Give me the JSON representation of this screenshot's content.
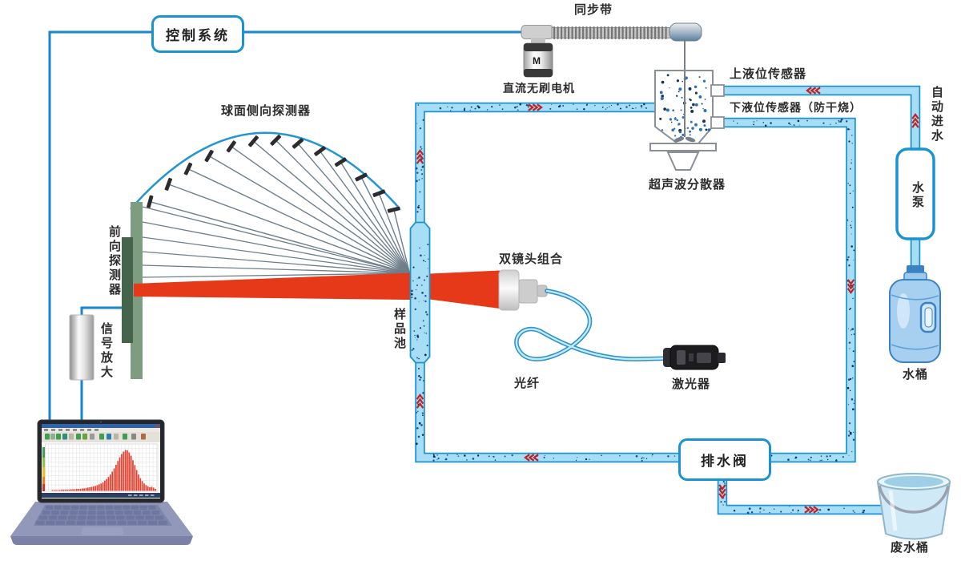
{
  "labels": {
    "control_system": "控制系统",
    "sync_belt": "同步带",
    "dc_motor": "直流无刷电机",
    "motor_mark": "M",
    "upper_level_sensor": "上液位传感器",
    "lower_level_sensor": "下液位传感器（防干烧）",
    "ultrasonic_disperser": "超声波分散器",
    "auto_water_inlet": "自动进水",
    "water_pump": "水泵",
    "water_bucket": "水桶",
    "spherical_side_detector": "球面侧向探测器",
    "forward_detector": "前向探测器",
    "signal_amplifier": "信号放大",
    "sample_cell": "样品池",
    "dual_lens": "双镜头组合",
    "optical_fiber": "光纤",
    "laser": "激光器",
    "drain_valve": "排水阀",
    "waste_bucket": "废水桶"
  },
  "colors": {
    "pipe_fill": "#a8def5",
    "pipe_border": "#1b93cf",
    "wire_blue": "#1b85cc",
    "laser_red": "#e6391a",
    "arrow_red": "#c32222",
    "speckle": "#1c4e8f",
    "speckle_dark": "#0e2a52",
    "arc_blue": "#2196d3",
    "ray_gray": "#6e7f8a",
    "detector_light": "#7e9c80",
    "detector_dark": "#44654c",
    "bar_red": "#e8402e",
    "laptop_body": "#9298ba"
  },
  "side_detector": {
    "count": 13
  },
  "forward_detector_rays": {
    "count": 7
  },
  "laptop_chart": {
    "type": "bar",
    "title": "",
    "xlabel": "",
    "ylabel": "",
    "values": [
      0.02,
      0.02,
      0.02,
      0.02,
      0.02,
      0.03,
      0.03,
      0.03,
      0.03,
      0.03,
      0.04,
      0.04,
      0.04,
      0.05,
      0.05,
      0.05,
      0.06,
      0.06,
      0.07,
      0.08,
      0.09,
      0.1,
      0.11,
      0.12,
      0.14,
      0.16,
      0.18,
      0.21,
      0.25,
      0.29,
      0.34,
      0.4,
      0.47,
      0.55,
      0.64,
      0.73,
      0.82,
      0.9,
      0.96,
      1.0,
      0.99,
      0.94,
      0.86,
      0.75,
      0.63,
      0.51,
      0.4,
      0.31,
      0.24,
      0.18,
      0.14,
      0.11,
      0.09,
      0.1,
      0.08,
      0.05
    ]
  }
}
